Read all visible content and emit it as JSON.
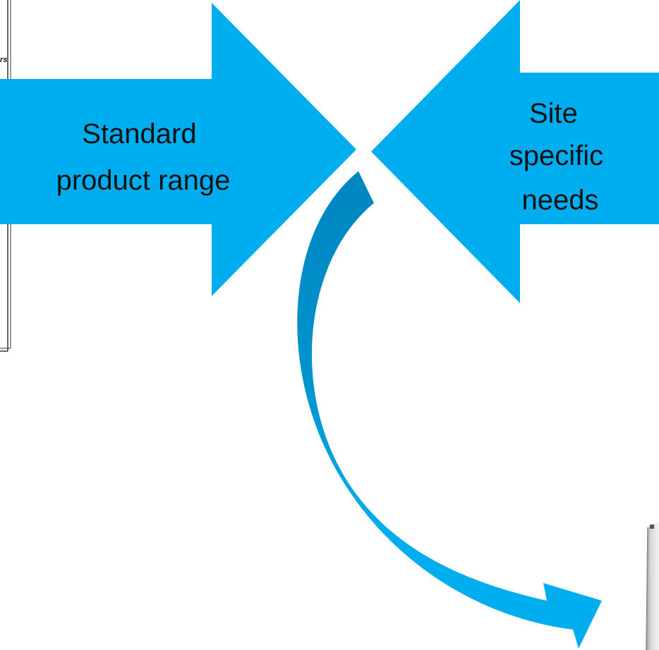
{
  "diagram": {
    "left_arrow": {
      "label_lines": [
        "Standard",
        "product range"
      ]
    },
    "right_arrow": {
      "label_lines": [
        "Site",
        "specific",
        "needs"
      ]
    },
    "document_fragment": {
      "text": "rs"
    }
  },
  "colors": {
    "arrow_fill": "#00AEEF",
    "curve_dark": "#0085C0",
    "curve_light": "#00AEEF",
    "text": "#111111",
    "frame": "#333333",
    "product_gray": "#C9C9C9"
  },
  "icons": {
    "curved_arrow": "curved-arrow-icon",
    "product_image": "product-image"
  }
}
